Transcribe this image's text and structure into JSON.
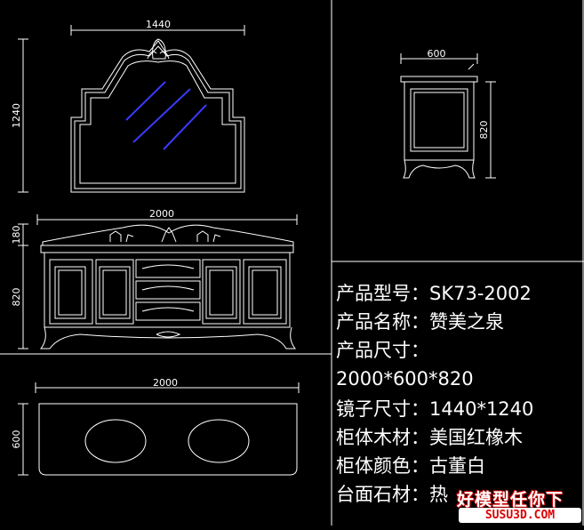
{
  "dimensions": {
    "mirror_width": "1440",
    "mirror_height": "1240",
    "side_depth": "600",
    "side_height": "820",
    "cabinet_width": "2000",
    "backsplash_height": "180",
    "cabinet_height": "820",
    "top_width": "2000",
    "top_depth": "600"
  },
  "specs": [
    {
      "text": "产品型号：SK73-2002"
    },
    {
      "text": "产品名称：赞美之泉"
    },
    {
      "text": "产品尺寸："
    },
    {
      "text": "2000*600*820"
    },
    {
      "text": "镜子尺寸：1440*1240"
    },
    {
      "text": "柜体木材：美国红橡木"
    },
    {
      "text": "柜体颜色：古董白"
    },
    {
      "text": "台面石材：热"
    }
  ],
  "watermark": {
    "line1": "好模型任你下",
    "line2": "SUSU3D.COM"
  },
  "colors": {
    "background": "#000000",
    "lines": "#ffffff",
    "glass": "#3a3aff",
    "watermark": "#cc0000"
  }
}
